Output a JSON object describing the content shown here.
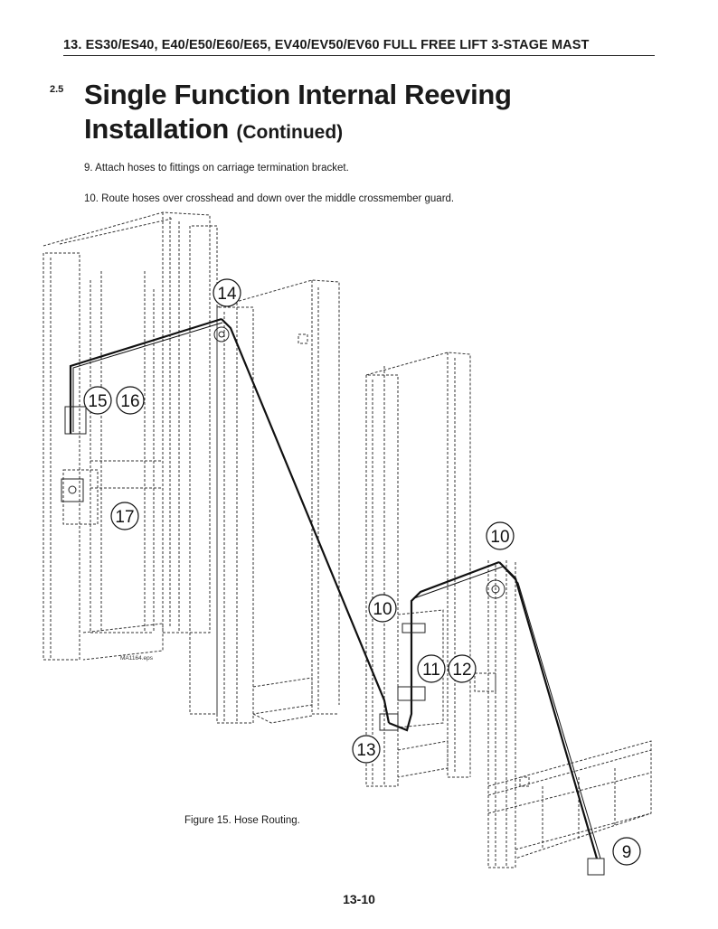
{
  "header": "13. ES30/ES40, E40/E50/E60/E65, EV40/EV50/EV60 FULL FREE LIFT 3-STAGE MAST",
  "section_number": "2.5",
  "title": {
    "main": "Single Function Internal Reeving Installation",
    "suffix": "(Continued)"
  },
  "steps": [
    "9. Attach hoses to fittings on carriage termination bracket.",
    "10. Route hoses over crosshead and down over the middle crossmember guard."
  ],
  "figure": {
    "file_label": "MA1164.eps",
    "callouts": [
      "14",
      "15",
      "16",
      "17",
      "10",
      "10",
      "11",
      "12",
      "13",
      "9"
    ],
    "caption": "Figure 15. Hose Routing."
  },
  "page_number": "13-10"
}
